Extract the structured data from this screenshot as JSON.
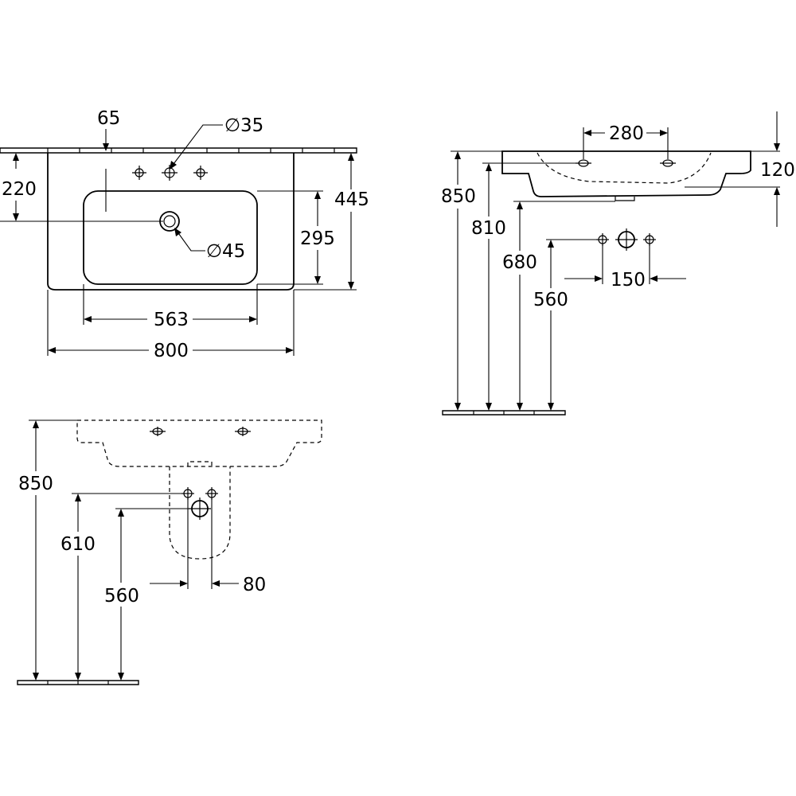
{
  "top_view": {
    "dim_65": "65",
    "dim_dia35": "∅35",
    "dim_220": "220",
    "dim_445": "445",
    "dim_295": "295",
    "dim_dia45": "∅45",
    "dim_563": "563",
    "dim_800": "800"
  },
  "side_view": {
    "dim_280": "280",
    "dim_120": "120",
    "dim_850": "850",
    "dim_810": "810",
    "dim_680": "680",
    "dim_560": "560",
    "dim_150": "150"
  },
  "front_view": {
    "dim_850": "850",
    "dim_610": "610",
    "dim_560": "560",
    "dim_80": "80"
  }
}
